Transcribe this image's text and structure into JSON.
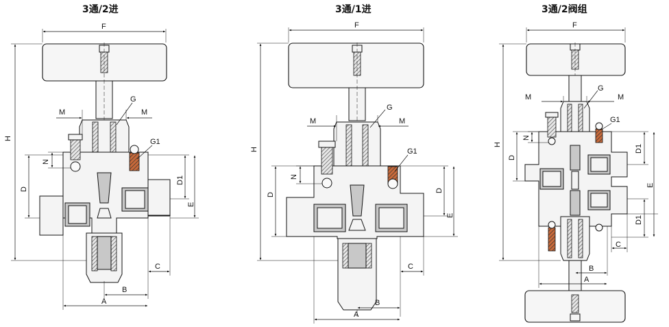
{
  "titles": {
    "left": "3通/2进",
    "middle": "3通/1进",
    "right": "3通/2阀组"
  },
  "labels": {
    "F": "F",
    "G": "G",
    "M": "M",
    "G1": "G1",
    "H": "H",
    "N": "N",
    "D": "D",
    "D1": "D1",
    "E": "E",
    "A": "A",
    "B": "B",
    "C": "C"
  }
}
